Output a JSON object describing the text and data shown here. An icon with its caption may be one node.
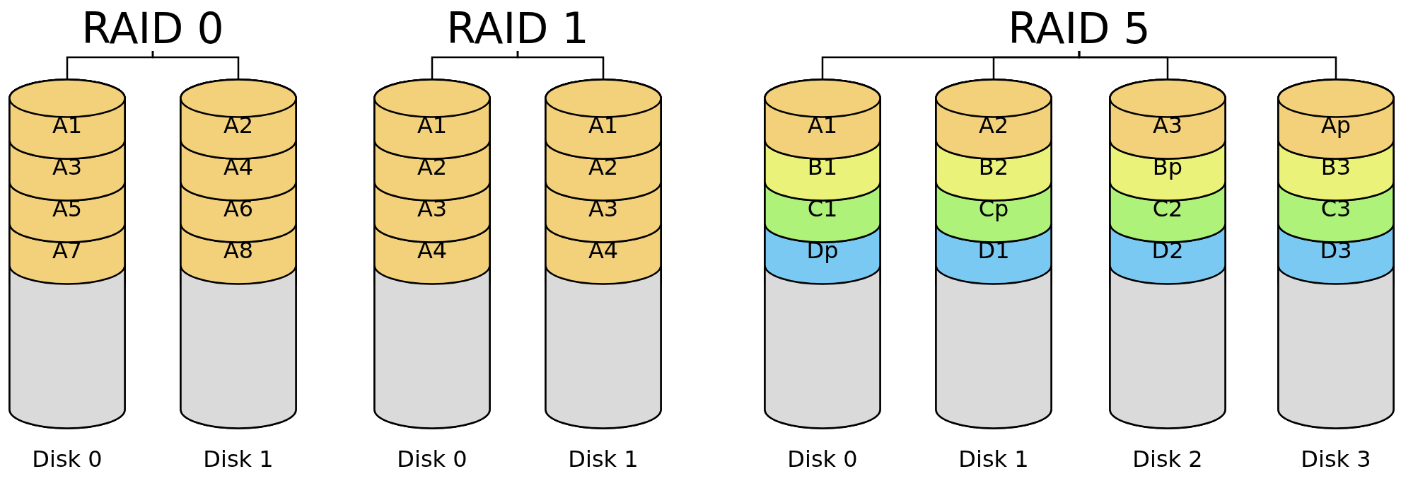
{
  "diagram": {
    "nodes": [
      {
        "text": [
          "RAID 0"
        ]
      },
      {
        "text": [],
        "shape": "cylinder",
        "beside": [
          "Disk 0"
        ]
      },
      {
        "text": [
          "A1"
        ],
        "in": 1
      },
      {
        "text": [
          "A3"
        ],
        "in": 1
      },
      {
        "text": [
          "A5"
        ],
        "in": 1
      },
      {
        "text": [
          "A7"
        ],
        "in": 1
      },
      {
        "text": [],
        "shape": "cylinder",
        "beside": [
          "Disk 1"
        ]
      },
      {
        "text": [
          "A2"
        ],
        "in": 6
      },
      {
        "text": [
          "A4"
        ],
        "in": 6
      },
      {
        "text": [
          "A6"
        ],
        "in": 6
      },
      {
        "text": [
          "A8"
        ],
        "in": 6
      },
      {
        "text": [
          "RAID 1"
        ]
      },
      {
        "text": [],
        "shape": "cylinder",
        "beside": [
          "Disk 0"
        ]
      },
      {
        "text": [
          "A1"
        ],
        "in": 12
      },
      {
        "text": [
          "A2"
        ],
        "in": 12
      },
      {
        "text": [
          "A3"
        ],
        "in": 12
      },
      {
        "text": [
          "A4"
        ],
        "in": 12
      },
      {
        "text": [],
        "shape": "cylinder",
        "beside": [
          "Disk 1"
        ]
      },
      {
        "text": [
          "A1"
        ],
        "in": 17
      },
      {
        "text": [
          "A2"
        ],
        "in": 17
      },
      {
        "text": [
          "A3"
        ],
        "in": 17
      },
      {
        "text": [
          "A4"
        ],
        "in": 17
      },
      {
        "text": [
          "RAID 5"
        ]
      },
      {
        "text": [],
        "shape": "cylinder",
        "beside": [
          "Disk 0"
        ]
      },
      {
        "text": [
          "A1"
        ],
        "in": 23
      },
      {
        "text": [
          "B1"
        ],
        "in": 23
      },
      {
        "text": [
          "C1"
        ],
        "in": 23
      },
      {
        "text": [
          "Dp"
        ],
        "in": 23
      },
      {
        "text": [],
        "shape": "cylinder",
        "beside": [
          "Disk 1"
        ]
      },
      {
        "text": [
          "A2"
        ],
        "in": 28
      },
      {
        "text": [
          "B2"
        ],
        "in": 28
      },
      {
        "text": [
          "Cp"
        ],
        "in": 28
      },
      {
        "text": [
          "D1"
        ],
        "in": 28
      },
      {
        "text": [],
        "shape": "cylinder",
        "beside": [
          "Disk 2"
        ]
      },
      {
        "text": [
          "A3"
        ],
        "in": 33
      },
      {
        "text": [
          "Bp"
        ],
        "in": 33
      },
      {
        "text": [
          "C2"
        ],
        "in": 33
      },
      {
        "text": [
          "D2"
        ],
        "in": 33
      },
      {
        "text": [],
        "shape": "cylinder",
        "beside": [
          "Disk 3"
        ]
      },
      {
        "text": [
          "Ap"
        ],
        "in": 38
      },
      {
        "text": [
          "B3"
        ],
        "in": 38
      },
      {
        "text": [
          "C3"
        ],
        "in": 38
      },
      {
        "text": [
          "D3"
        ],
        "in": 38
      }
    ],
    "edges": [
      {
        "from": 0,
        "to": 1,
        "arrow": "none"
      },
      {
        "from": 0,
        "to": 6,
        "arrow": "none"
      },
      {
        "from": 11,
        "to": 12,
        "arrow": "none"
      },
      {
        "from": 11,
        "to": 17,
        "arrow": "none"
      },
      {
        "from": 22,
        "to": 23,
        "arrow": "none"
      },
      {
        "from": 22,
        "to": 28,
        "arrow": "none"
      },
      {
        "from": 22,
        "to": 33,
        "arrow": "none"
      },
      {
        "from": 22,
        "to": 38,
        "arrow": "none"
      }
    ]
  }
}
